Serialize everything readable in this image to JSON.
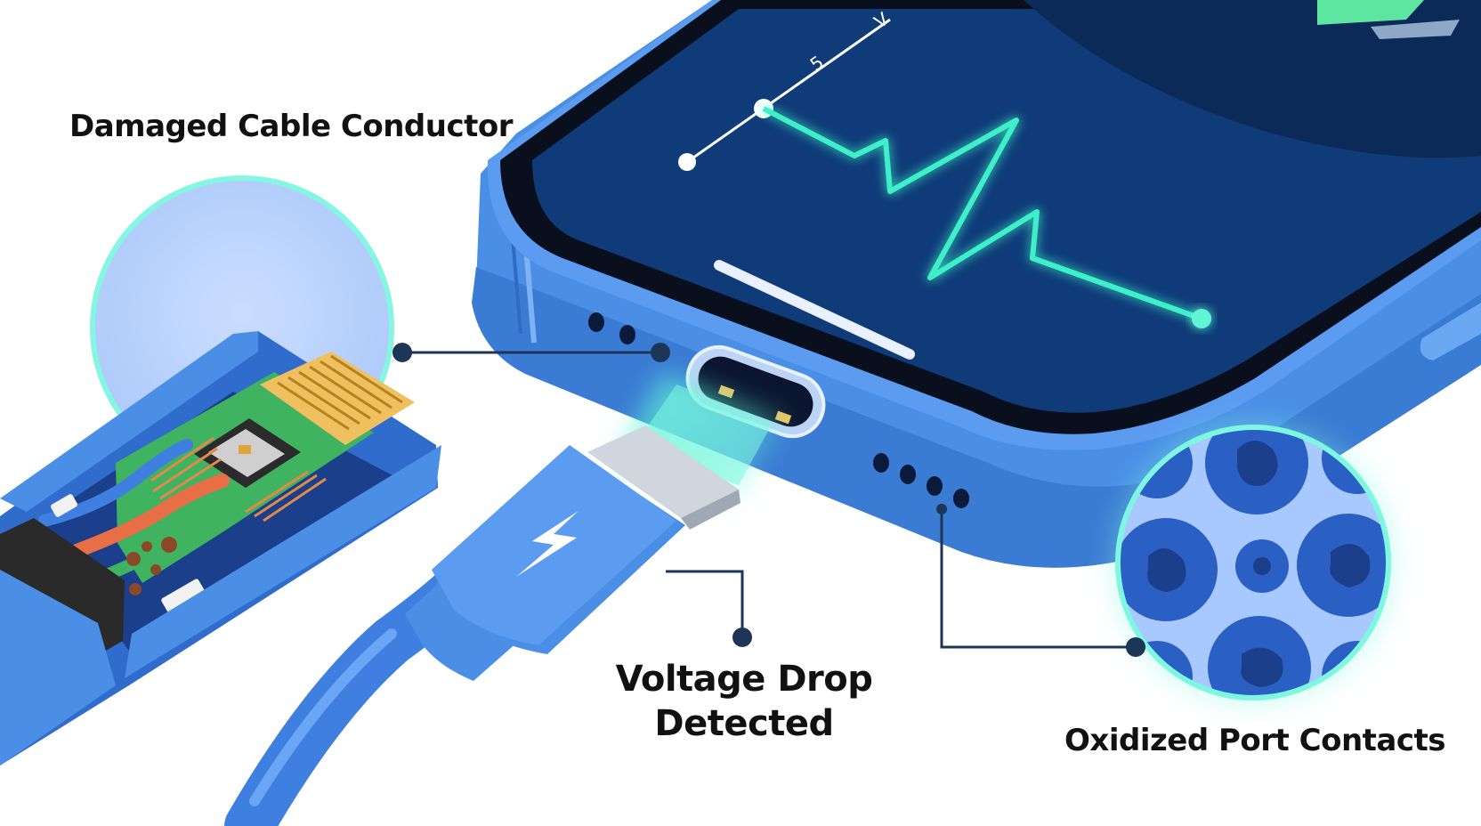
{
  "callouts": {
    "cable": {
      "label": "Damaged Cable Conductor"
    },
    "voltage": {
      "line1": "Voltage Drop",
      "line2": "Detected"
    },
    "port": {
      "label": "Oxidized Port Contacts"
    }
  },
  "screen_graph": {
    "axis_labels": [
      "5",
      "V"
    ]
  },
  "colors": {
    "phone_body": "#4a8ee6",
    "screen": "#0f3b78",
    "screen_border": "#0a0f1e",
    "pulse_glow": "#3ef0c8",
    "cable": "#3f7fe0",
    "connector_metal": "#cfd6de",
    "contacts_gold": "#f0c060",
    "pcb_green": "#3fb35f",
    "callout_line": "#1d3557",
    "oxidation_blue": "#2a5fc4"
  }
}
